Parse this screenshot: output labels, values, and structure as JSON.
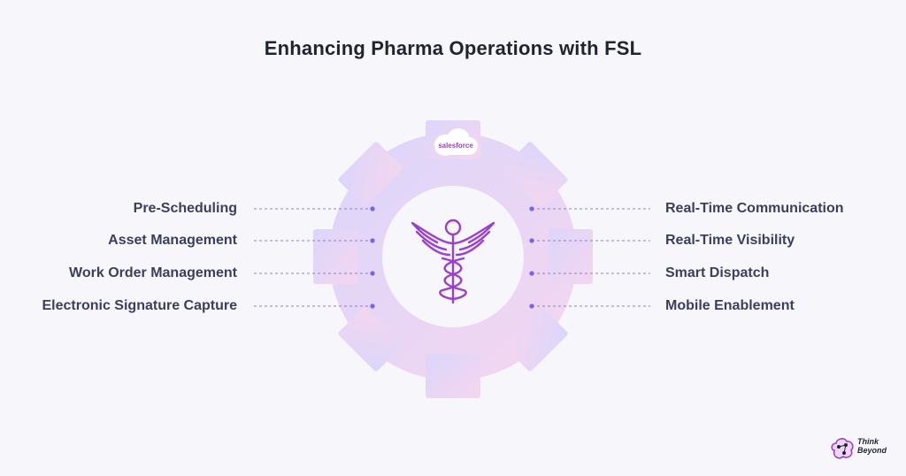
{
  "title": "Enhancing Pharma Operations with FSL",
  "center": {
    "badge_text": "salesforce",
    "icon": "caduceus-icon"
  },
  "left_features": [
    {
      "label": "Pre-Scheduling"
    },
    {
      "label": "Asset Management"
    },
    {
      "label": "Work Order Management"
    },
    {
      "label": "Electronic Signature Capture"
    }
  ],
  "right_features": [
    {
      "label": "Real-Time Communication"
    },
    {
      "label": "Real-Time Visibility"
    },
    {
      "label": "Smart Dispatch"
    },
    {
      "label": "Mobile Enablement"
    }
  ],
  "brand": {
    "line1": "Think",
    "line2": "Beyond",
    "icon": "think-beyond-logo-icon"
  },
  "colors": {
    "background": "#f7f6fb",
    "gear_start": "#ddd6fb",
    "gear_end": "#f3d8f0",
    "accent": "#9b3fd1",
    "dots": "#7a63e8",
    "text": "#3a3f5c"
  }
}
